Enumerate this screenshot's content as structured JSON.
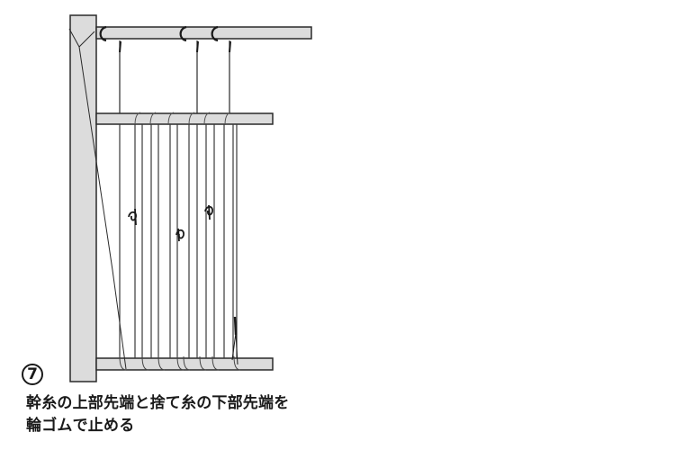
{
  "figure": {
    "step_number": "7",
    "caption_lines": [
      "幹糸の上部先端と捨て糸の下部先端を",
      "輪ゴムで止める"
    ],
    "colors": {
      "wood_fill": "#dcdcdc",
      "stroke": "#2a2a2a",
      "background": "#ffffff"
    }
  }
}
